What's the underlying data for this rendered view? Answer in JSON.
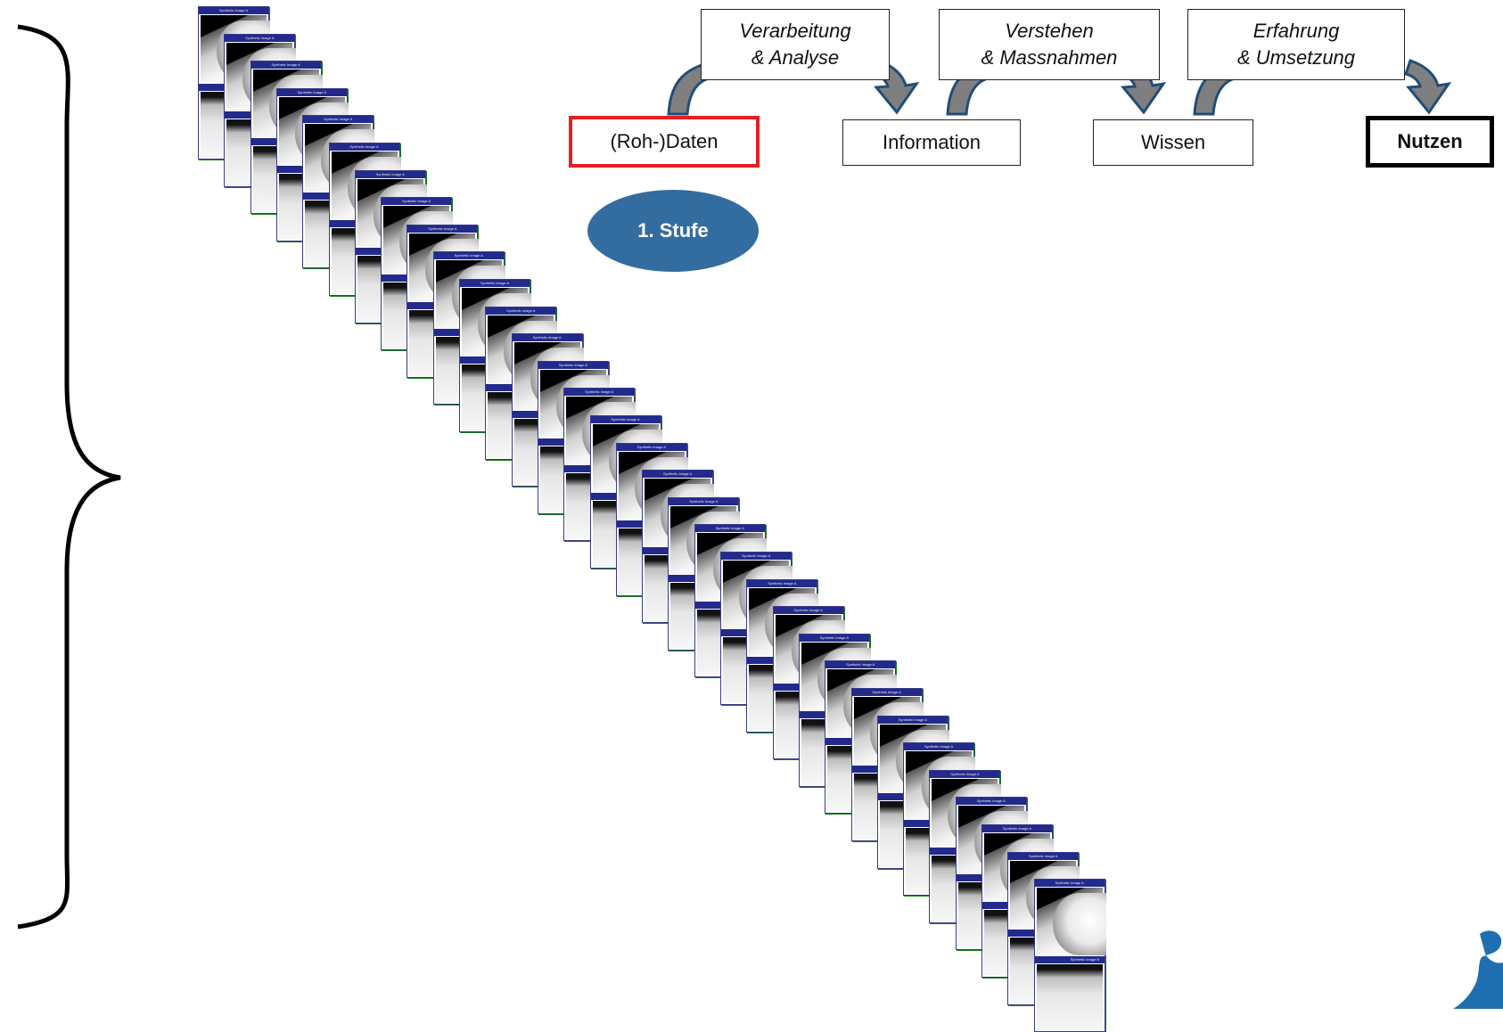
{
  "stages": {
    "roh": "(Roh-)Daten",
    "information": "Information",
    "wissen": "Wissen",
    "nutzen": "Nutzen"
  },
  "transitions": {
    "t1_line1": "Verarbeitung",
    "t1_line2": "& Analyse",
    "t2_line1": "Verstehen",
    "t2_line2": "& Massnahmen",
    "t3_line1": "Erfahrung",
    "t3_line2": "& Umsetzung"
  },
  "badge": "1. Stufe",
  "card": {
    "top_label": "Synthetic Image A",
    "bottom_label": "Synthetic Image B",
    "count": 33
  },
  "colors": {
    "roh_border": "#e31e24",
    "badge_fill": "#336da0",
    "arrow_fill": "#7f7f7f",
    "arrow_stroke": "#1f4e79",
    "card_header": "#222a8c",
    "logo": "#1f6fb0"
  }
}
